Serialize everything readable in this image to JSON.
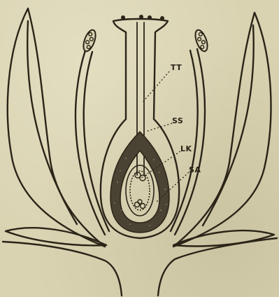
{
  "labels": {
    "tt": "TT",
    "ss": "SS",
    "lk": "LK",
    "sa": "SA"
  },
  "colors": {
    "ink": "#2a2418",
    "paper": "#d9d3b2",
    "tissue": "#4a4232"
  }
}
